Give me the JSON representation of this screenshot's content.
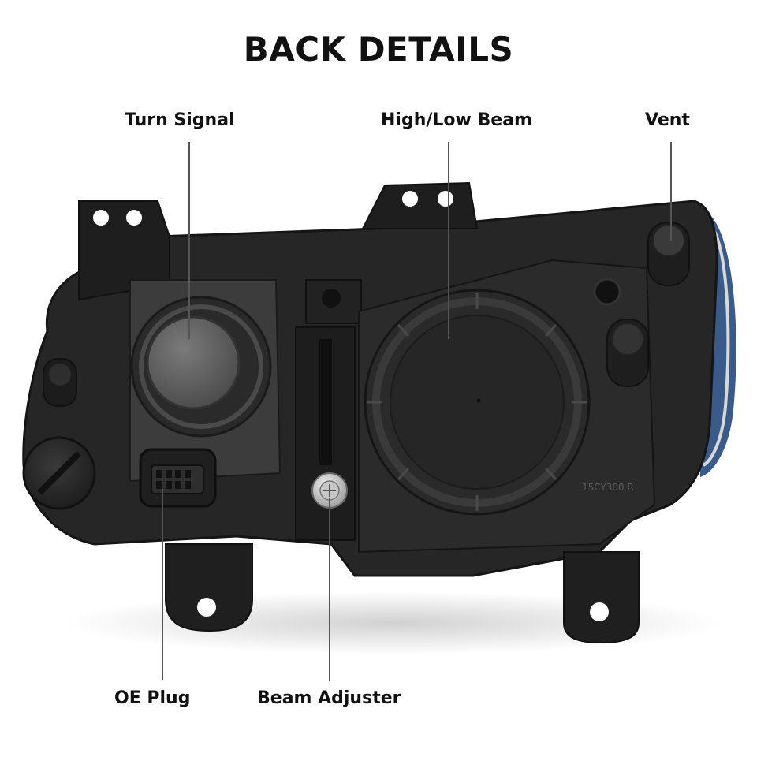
{
  "title": "BACK DETAILS",
  "callouts": {
    "turn_signal": "Turn Signal",
    "high_low_beam": "High/Low Beam",
    "vent": "Vent",
    "oe_plug": "OE Plug",
    "beam_adjuster": "Beam Adjuster"
  },
  "housing_mark": "15CY300 R",
  "colors": {
    "housing": "#2a2a2a",
    "housing_dark": "#1c1c1c",
    "lens_edge": "#3a5a8a",
    "leader": "#555555"
  }
}
